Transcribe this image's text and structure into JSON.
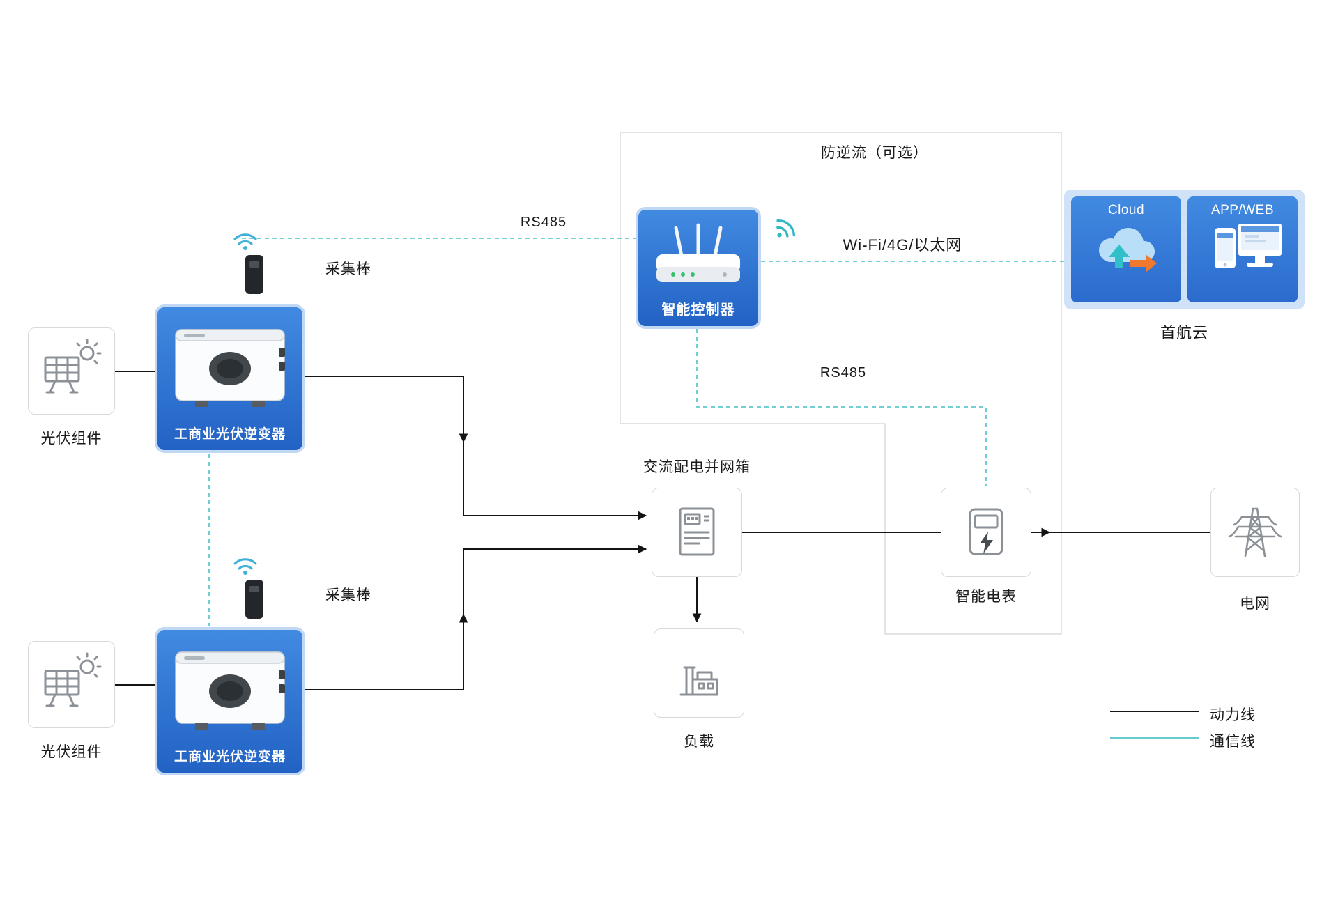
{
  "region": {
    "label": "防逆流（可选）"
  },
  "nodes": {
    "pv_top": {
      "label": "光伏组件"
    },
    "inverter_top": {
      "label": "工商业光伏逆变器"
    },
    "stick_top": {
      "label": "采集棒"
    },
    "pv_bottom": {
      "label": "光伏组件"
    },
    "inverter_bottom": {
      "label": "工商业光伏逆变器"
    },
    "stick_bottom": {
      "label": "采集棒"
    },
    "controller": {
      "label": "智能控制器"
    },
    "ac_box": {
      "label": "交流配电并网箱"
    },
    "load": {
      "label": "负载"
    },
    "meter": {
      "label": "智能电表"
    },
    "grid": {
      "label": "电网"
    },
    "cloud": {
      "cloud_label": "Cloud",
      "appweb_label": "APP/WEB",
      "caption": "首航云"
    }
  },
  "links": {
    "rs485_top": {
      "label": "RS485"
    },
    "rs485_meter": {
      "label": "RS485"
    },
    "wan": {
      "label": "Wi-Fi/4G/以太网"
    }
  },
  "legend": {
    "power": "动力线",
    "comm": "通信线"
  },
  "colors": {
    "power_line": "#141414",
    "comm_line": "#5ec9cf",
    "card_blue_top": "#418ae1",
    "card_blue_bottom": "#2262c4",
    "card_blue_border": "#c0d8f4",
    "cloud_panel_bg": "#cfe2f7",
    "region_border": "#dcdcdc",
    "orange_arrow": "#f0792f",
    "teal_arrow": "#31c0c8",
    "wifi_blue": "#3fb0d8",
    "led_green": "#37c06e"
  }
}
